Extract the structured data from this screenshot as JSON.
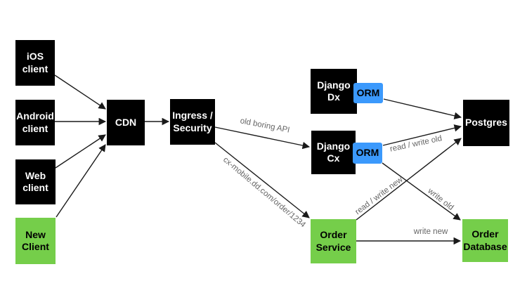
{
  "diagram": {
    "nodes": {
      "ios_client": "iOS\nclient",
      "android_client": "Android\nclient",
      "web_client": "Web\nclient",
      "new_client": "New\nClient",
      "cdn": "CDN",
      "ingress": "Ingress /\nSecurity",
      "django_dx": "Django\nDx",
      "orm_dx": "ORM",
      "django_cx": "Django\nCx",
      "orm_cx": "ORM",
      "postgres": "Postgres",
      "order_service": "Order\nService",
      "order_database": "Order\nDatabase"
    },
    "edge_labels": {
      "old_boring_api": "old boring API",
      "cx_mobile_url": "cx-mobile.dd.com/order/1234",
      "read_write_old": "read / write old",
      "read_write_new": "read / write new",
      "write_old": "write old",
      "write_new": "write new"
    },
    "colors": {
      "node_black": "#000000",
      "node_green": "#75ce4a",
      "node_blue": "#3b99fc",
      "edge": "#1a1a1a",
      "edge_label": "#666666",
      "background": "#ffffff"
    }
  }
}
